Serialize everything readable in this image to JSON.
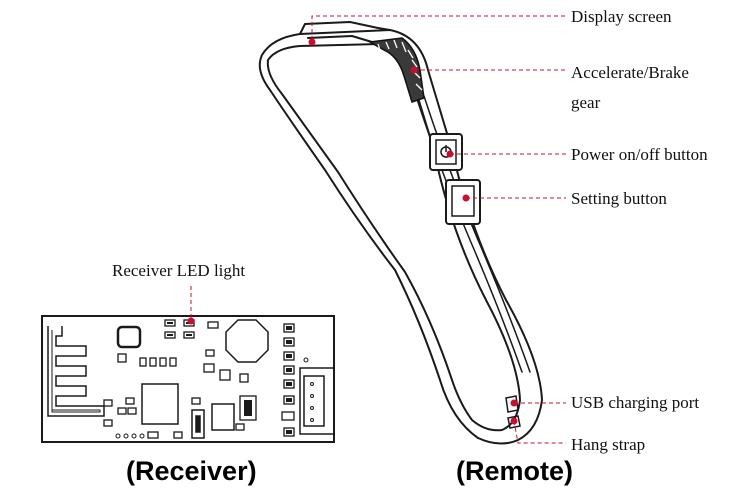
{
  "labels": {
    "display_screen": "Display screen",
    "accelerate_brake_line1": "Accelerate/Brake",
    "accelerate_brake_line2": "gear",
    "power_button": "Power on/off button",
    "setting_button": "Setting button",
    "usb_port": "USB charging port",
    "hang_strap": "Hang strap",
    "receiver_led": "Receiver LED light"
  },
  "captions": {
    "receiver": "(Receiver)",
    "remote": "(Remote)"
  },
  "colors": {
    "leader_line": "#c8102e",
    "marker": "#c8102e",
    "outline": "#1a1a1a"
  }
}
